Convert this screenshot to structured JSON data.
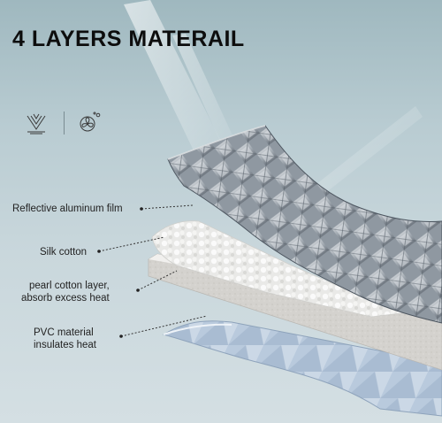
{
  "title": "4 LAYERS MATERAIL",
  "icons": [
    "water-ripple-icon",
    "fan-air-icon"
  ],
  "layers": [
    {
      "label": "Reflective aluminum film"
    },
    {
      "label": "Silk cotton"
    },
    {
      "label_line1": "pearl cotton layer,",
      "label_line2": "absorb excess heat"
    },
    {
      "label_line1": "PVC material",
      "label_line2": "insulates heat"
    }
  ],
  "colors": {
    "background": "#b9ccd2",
    "title": "#0d0d0d",
    "aluminum": "#c9ced3",
    "silk": "#eeeeee",
    "pearl": "#d8d6d2",
    "pvc": "#b7c9dc"
  }
}
